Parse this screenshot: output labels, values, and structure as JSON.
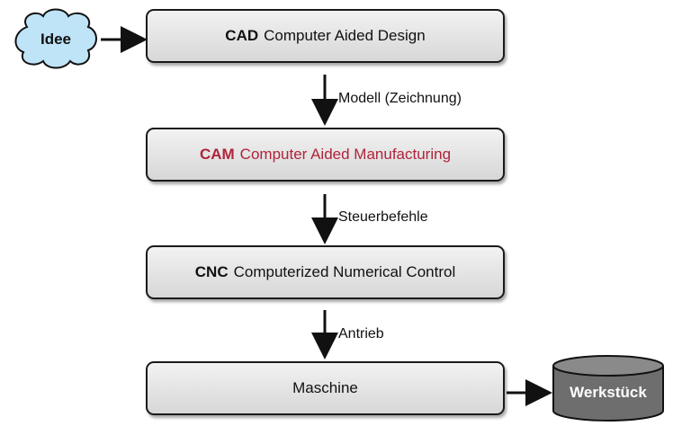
{
  "idea": {
    "label": "Idee"
  },
  "stages": [
    {
      "abbr": "CAD",
      "text": "Computer Aided Design",
      "highlight": false
    },
    {
      "abbr": "CAM",
      "text": "Computer Aided Manufacturing",
      "highlight": true
    },
    {
      "abbr": "CNC",
      "text": "Computerized Numerical Control",
      "highlight": false
    },
    {
      "abbr": "",
      "text": "Maschine",
      "highlight": false
    }
  ],
  "edges": [
    {
      "label": "Modell (Zeichnung)"
    },
    {
      "label": "Steuerbefehle"
    },
    {
      "label": "Antrieb"
    }
  ],
  "output": {
    "label": "Werkstück"
  },
  "colors": {
    "highlight": "#b0243b",
    "cloud_fill": "#bfe3f7",
    "cylinder_fill": "#6e6e6e"
  }
}
